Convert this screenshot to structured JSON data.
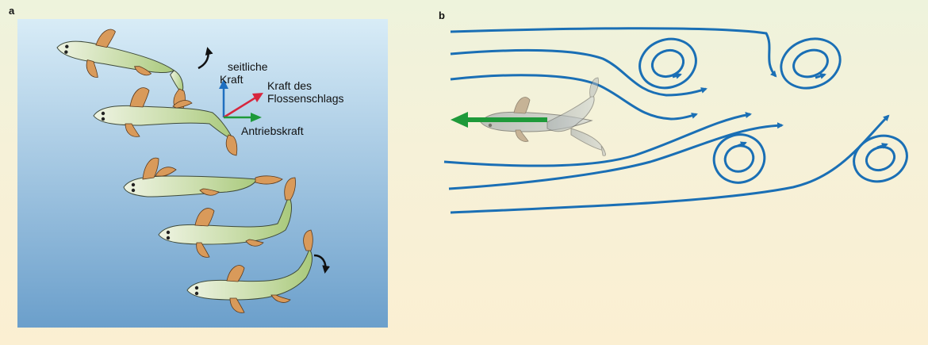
{
  "panels": {
    "a": {
      "label": "a",
      "vectors": {
        "lateral_force": "seitliche\nKraft",
        "stroke_force": "Kraft des\nFlossenschlags",
        "thrust": "Antriebskraft"
      }
    },
    "b": {
      "label": "b"
    }
  },
  "colors": {
    "water_top": "#d8ecf7",
    "water_bottom": "#6b9fcb",
    "streamline": "#1a6fb5",
    "thrust_arrow": "#1e9a3a",
    "lateral_arrow": "#1f6fc0",
    "stroke_arrow": "#d7263d"
  },
  "icons": [
    "fish-icon",
    "curved-arrow-icon",
    "vortex-icon"
  ]
}
